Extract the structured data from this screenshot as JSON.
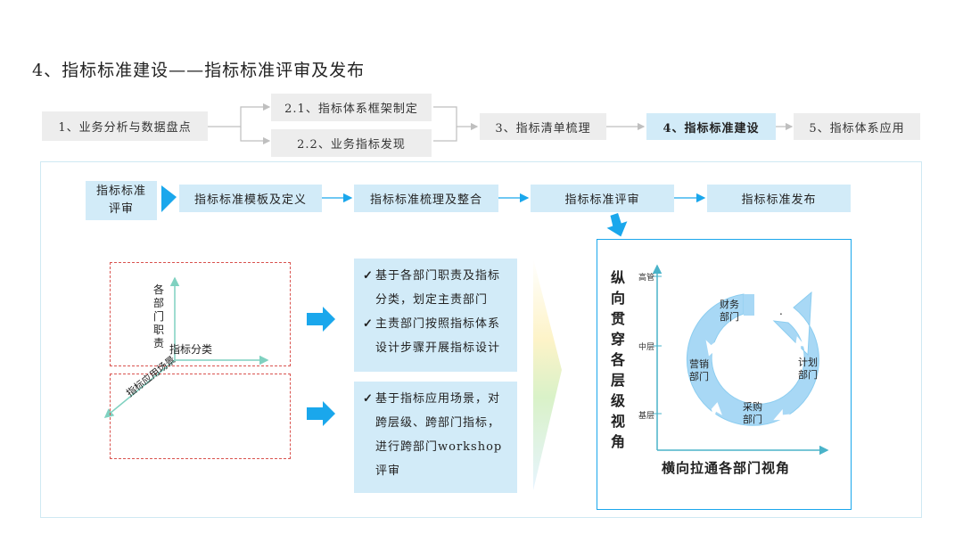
{
  "title": "4、指标标准建设——指标标准评审及发布",
  "steps": {
    "s1": "1、业务分析与数据盘点",
    "s21": "2.1、指标体系框架制定",
    "s22": "2.2、业务指标发现",
    "s3": "3、指标清单梳理",
    "s4": "4、指标标准建设",
    "s5": "5、指标体系应用"
  },
  "process": {
    "label": "指标标准评审",
    "p1": "指标标准模板及定义",
    "p2": "指标标准梳理及整合",
    "p3": "指标标准评审",
    "p4": "指标标准发布"
  },
  "left_diagram": {
    "y_axis_label": "各部门职责",
    "x_axis_label": "指标分类",
    "diag_axis_label": "指标应用场景"
  },
  "box1": {
    "item1": "基于各部门职责及指标分类，划定主责部门",
    "item2": "主责部门按照指标体系设计步骤开展指标设计"
  },
  "box2": {
    "item1": "基于指标应用场景，对跨层级、跨部门指标，进行跨部门workshop评审"
  },
  "right_panel": {
    "vertical_title": "纵向贯穿各层级视角",
    "bottom_title": "横向拉通各部门视角",
    "levels": [
      "高管",
      "中层",
      "基层"
    ],
    "depts": {
      "finance": "财务部门",
      "plan": "计划部门",
      "purchase": "采购部门",
      "marketing": "营销部门"
    },
    "dot": "."
  },
  "colors": {
    "accent": "#1aa7ec",
    "light_blue": "#d2ebf8",
    "cycle_blue": "#a8d8f5",
    "dash_red": "#d9534f",
    "axis_green": "#7fd1c0"
  }
}
